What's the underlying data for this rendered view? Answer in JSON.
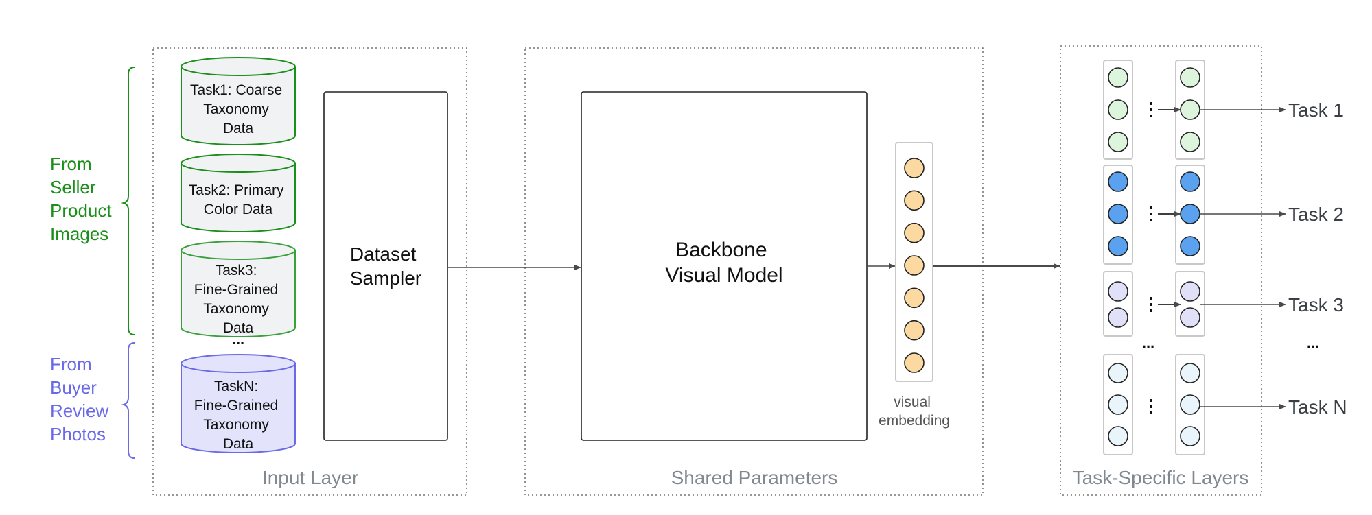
{
  "sources": {
    "seller": {
      "lines": [
        "From",
        "Seller",
        "Product",
        "Images"
      ],
      "color": "#1a8f1a"
    },
    "buyer": {
      "lines": [
        "From",
        "Buyer",
        "Review",
        "Photos"
      ],
      "color": "#6a6ae8"
    }
  },
  "input_layer": {
    "label": "Input Layer",
    "datasets": [
      {
        "lines": [
          "Task1: Coarse",
          "Taxonomy",
          "Data"
        ],
        "stroke": "#1a8f1a",
        "fill": "#f1f2f4"
      },
      {
        "lines": [
          "Task2: Primary",
          "Color Data"
        ],
        "stroke": "#1a8f1a",
        "fill": "#f1f2f4"
      },
      {
        "lines": [
          "Task3:",
          "Fine-Grained",
          "Taxonomy",
          "Data"
        ],
        "stroke": "#3aa03a",
        "fill": "#f1f2f4"
      },
      {
        "lines": [
          "TaskN:",
          "Fine-Grained",
          "Taxonomy",
          "Data"
        ],
        "stroke": "#6a6ae8",
        "fill": "#e3e3fb"
      }
    ],
    "ellipsis": "...",
    "sampler": [
      "Dataset",
      "Sampler"
    ]
  },
  "shared": {
    "label": "Shared Parameters",
    "backbone": [
      "Backbone",
      "Visual Model"
    ],
    "embedding_label": [
      "visual",
      "embedding"
    ],
    "embedding_color": "#fcd9a0",
    "embedding_nodes": 7
  },
  "task_layers": {
    "label": "Task-Specific Layers",
    "heads": [
      {
        "task": "Task 1",
        "color": "#ddf5dd",
        "nodes": 3
      },
      {
        "task": "Task 2",
        "color": "#5aa2f0",
        "nodes": 3
      },
      {
        "task": "Task 3",
        "color": "#e0e0f8",
        "nodes": 2
      },
      {
        "task": "Task N",
        "color": "#eaf4fb",
        "nodes": 3
      }
    ],
    "ellipsis": "...",
    "vdots": "⋮"
  },
  "colors": {
    "line": "#555555",
    "section_label": "#808890",
    "dotted": "#777777"
  }
}
